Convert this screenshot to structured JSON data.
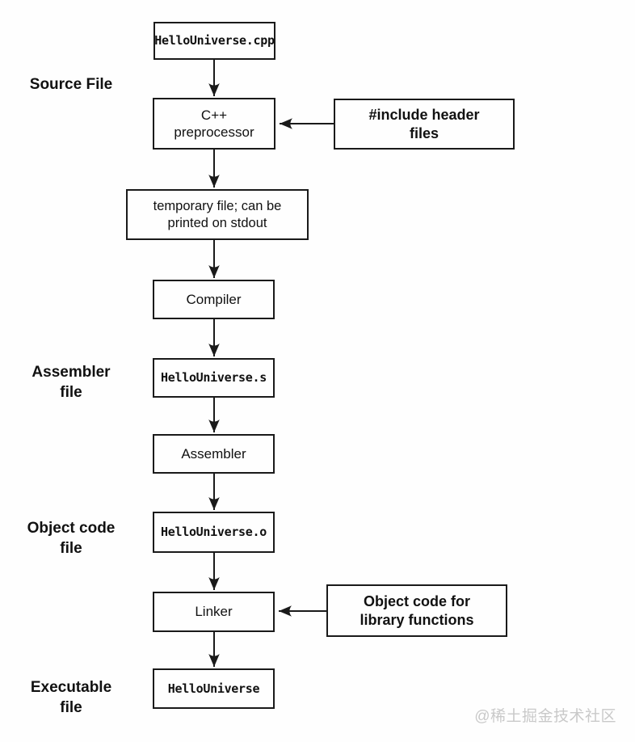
{
  "diagram": {
    "nodes": {
      "source_file": "HelloUniverse.cpp",
      "preprocessor": "C++\npreprocessor",
      "temp_file": "temporary file; can be\nprinted on stdout",
      "compiler": "Compiler",
      "assembly_file": "HelloUniverse.s",
      "assembler": "Assembler",
      "object_file": "HelloUniverse.o",
      "linker": "Linker",
      "executable": "HelloUniverse"
    },
    "annotations": {
      "include_headers": "#include header\nfiles",
      "object_code_lib": "Object code for\nlibrary functions"
    },
    "side_labels": {
      "source": "Source File",
      "assembler_file": "Assembler\nfile",
      "object_code_file": "Object code\nfile",
      "executable_file": "Executable\nfile"
    },
    "watermark": "@稀土掘金技术社区",
    "colors": {
      "line": "#1a1a1a",
      "text": "#111111",
      "watermark_gray": "#c9c9c9",
      "background": "#fefefe"
    }
  }
}
